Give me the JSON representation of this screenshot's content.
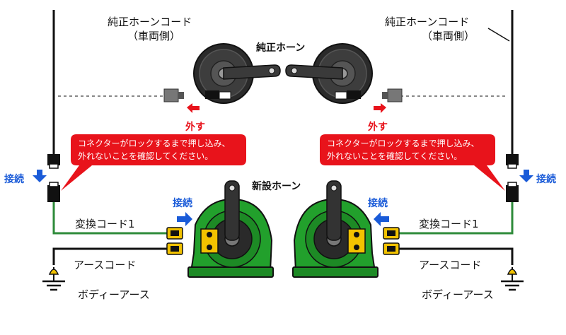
{
  "labels": {
    "stock_cord": "純正ホーンコード",
    "vehicle_side": "（車両側）",
    "stock_horn": "純正ホーン",
    "remove": "外す",
    "connect": "接続",
    "new_horn": "新設ホーン",
    "conversion_cord": "変換コード1",
    "ground_cord": "アースコード",
    "body_ground": "ボディーアース"
  },
  "note": {
    "line1": "コネクターがロックするまで押し込み、",
    "line2": "外れないことを確認してください。"
  },
  "colors": {
    "remove_red": "#e8131b",
    "connect_blue": "#1a5bd8",
    "note_bg": "#e8131b",
    "horn_green": "#22a02c",
    "wire_green": "#2e8b3a",
    "terminal_yellow": "#f2c200"
  }
}
